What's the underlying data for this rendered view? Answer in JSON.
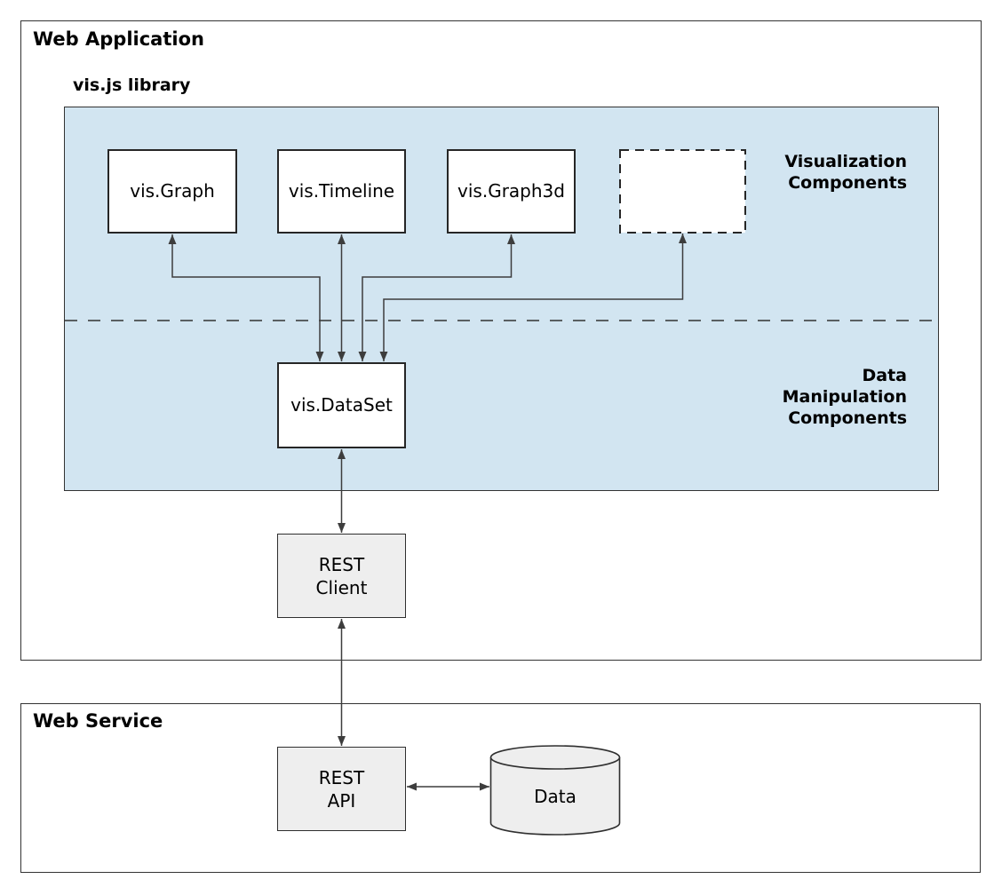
{
  "colors": {
    "accent_blue": "#d2e5f1",
    "box_fill_gray": "#eeeeee",
    "box_fill_white": "#ffffff",
    "connector": "#3d3d3d"
  },
  "web_application": {
    "title": "Web Application",
    "vis_library": {
      "title": "vis.js library",
      "visualization_section_label": "Visualization\nComponents",
      "data_manipulation_section_label": "Data\nManipulation\nComponents",
      "components": [
        {
          "label": "vis.Graph"
        },
        {
          "label": "vis.Timeline"
        },
        {
          "label": "vis.Graph3d"
        },
        {
          "label": "..."
        }
      ],
      "dataset": {
        "label": "vis.DataSet"
      }
    },
    "rest_client": {
      "label": "REST\nClient"
    }
  },
  "web_service": {
    "title": "Web Service",
    "rest_api": {
      "label": "REST\nAPI"
    },
    "database": {
      "label": "Data"
    }
  }
}
